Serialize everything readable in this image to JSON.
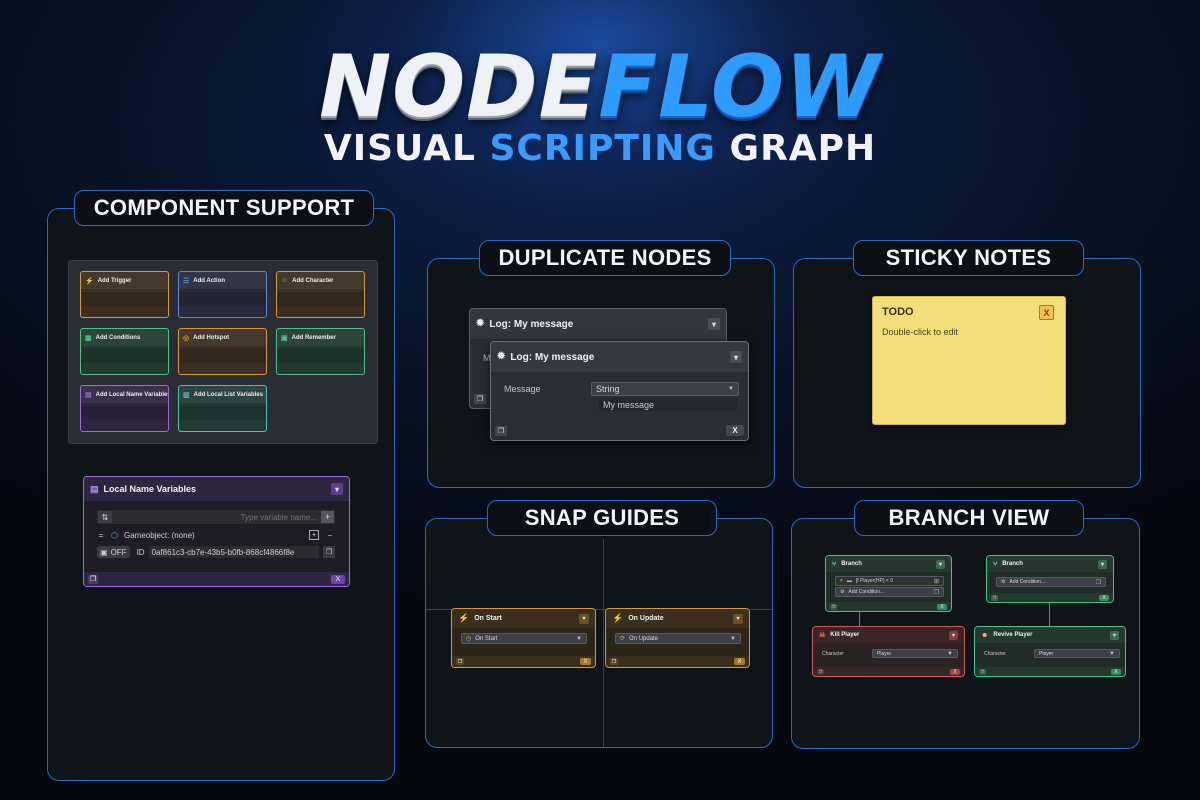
{
  "hero": {
    "logo_part1": "NODE",
    "logo_part2": "FLOW",
    "subtitle_part1": "VISUAL",
    "subtitle_part2": "SCRIPTING",
    "subtitle_part3": "GRAPH"
  },
  "component_support": {
    "title": "COMPONENT SUPPORT",
    "tiles": [
      {
        "label": "Add Trigger",
        "icon": "lightning-icon",
        "glyph": "⚡",
        "color": "#d69a3a",
        "bg": "#3a2f22"
      },
      {
        "label": "Add Action",
        "icon": "list-icon",
        "glyph": "☰",
        "color": "#5b86d6",
        "bg": "#262c3a"
      },
      {
        "label": "Add Character",
        "icon": "character-icon",
        "glyph": "☺",
        "color": "#d69a3a",
        "bg": "#3a2f22"
      },
      {
        "label": "Add Conditions",
        "icon": "conditions-icon",
        "glyph": "▦",
        "color": "#4fbf8a",
        "bg": "#223a30"
      },
      {
        "label": "Add Hotspot",
        "icon": "hotspot-icon",
        "glyph": "◎",
        "color": "#d69a3a",
        "bg": "#3a2f22"
      },
      {
        "label": "Add Remember",
        "icon": "save-icon",
        "glyph": "▣",
        "color": "#4fbf8a",
        "bg": "#223a30"
      },
      {
        "label": "Add Local Name Variables",
        "icon": "variables-icon",
        "glyph": "▤",
        "color": "#9a6ae0",
        "bg": "#2e2640"
      },
      {
        "label": "Add Local List Variables",
        "icon": "list-variables-icon",
        "glyph": "▥",
        "color": "#4fbfb0",
        "bg": "#223a38"
      }
    ],
    "node": {
      "title": "Local Name Variables",
      "placeholder": "Type variable name...",
      "row_label": "Gameobject: (none)",
      "toggle": "OFF",
      "id_label": "ID",
      "id_value": "0af861c3-cb7e-43b5-b0fb-868cf4866f8e",
      "close": "X"
    }
  },
  "duplicate_nodes": {
    "title": "DUPLICATE NODES",
    "back_node_title": "Log: My message",
    "front_node_title": "Log: My message",
    "field_label": "Message",
    "type_value": "String",
    "text_value": "My message",
    "close": "X"
  },
  "sticky_notes": {
    "title": "STICKY NOTES",
    "note_title": "TODO",
    "note_body": "Double-click to edit",
    "close": "X",
    "color": "#f3df7a"
  },
  "snap_guides": {
    "title": "SNAP GUIDES",
    "nodes": [
      {
        "title": "On Start",
        "value": "On Start",
        "icon": "lightning-icon"
      },
      {
        "title": "On Update",
        "value": "On Update",
        "icon": "refresh-icon"
      }
    ],
    "close": "X"
  },
  "branch_view": {
    "title": "BRANCH VIEW",
    "branch1": {
      "title": "Branch",
      "condition": "[f Player(HP) < 0",
      "add": "Add Condition..."
    },
    "branch2": {
      "title": "Branch",
      "add": "Add Condition..."
    },
    "kill": {
      "title": "Kill Player",
      "field": "Character",
      "value": "Player"
    },
    "revive": {
      "title": "Revive Player",
      "field": "Character",
      "value": "Player"
    },
    "close": "X"
  }
}
